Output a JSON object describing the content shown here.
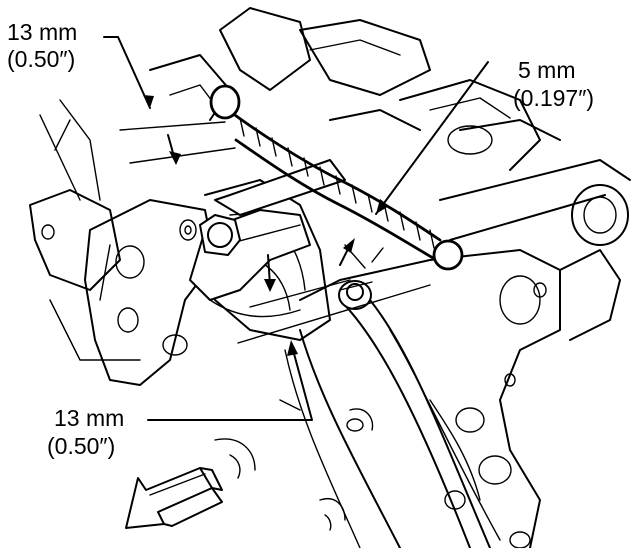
{
  "callouts": {
    "top_left": {
      "metric": "13 mm",
      "imperial": "(0.50″)"
    },
    "top_right": {
      "metric": "5 mm",
      "imperial": "(0.197″)"
    },
    "bottom_left": {
      "metric": "13 mm",
      "imperial": "(0.50″)"
    }
  },
  "colors": {
    "ink": "#000000",
    "paper": "#ffffff"
  },
  "icons": {
    "direction_arrow": "arrow-down-left-icon"
  }
}
